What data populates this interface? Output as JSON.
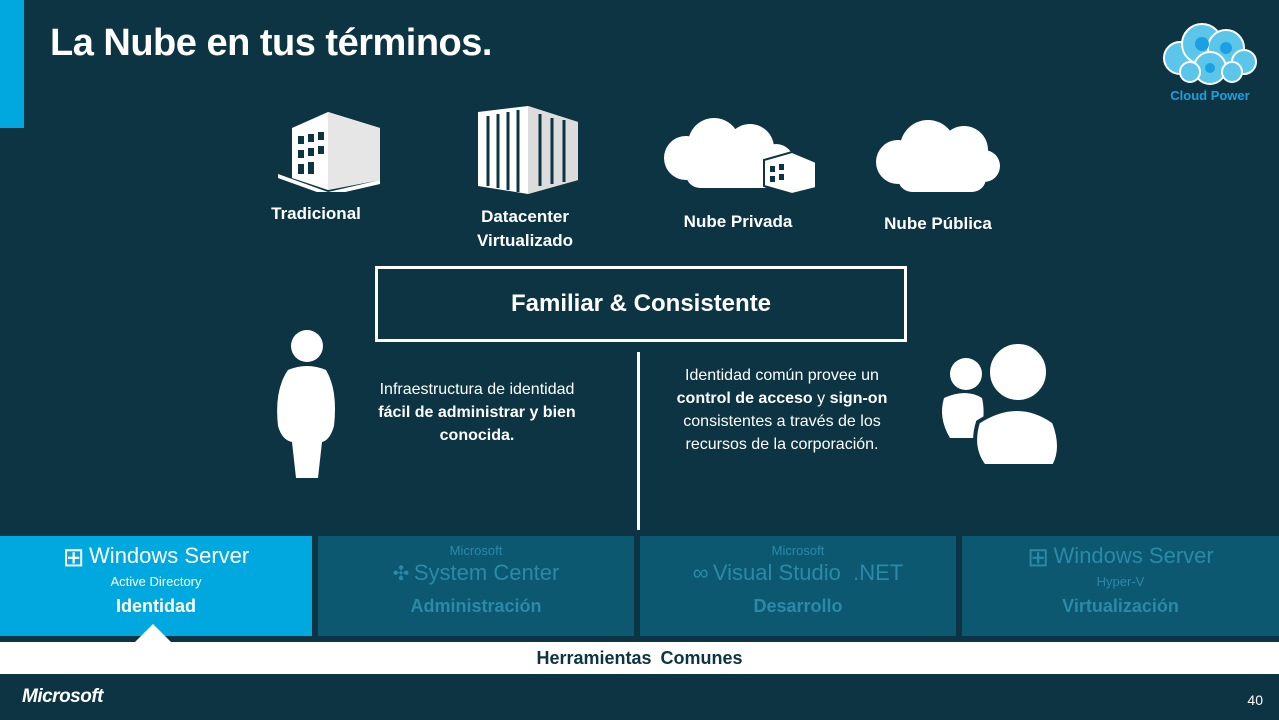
{
  "slide": {
    "title": "La Nube en tus términos.",
    "page_number": "40"
  },
  "branding": {
    "cloud_power": "Cloud Power",
    "microsoft": "Microsoft"
  },
  "models": [
    {
      "icon": "building-icon",
      "label": "Tradicional"
    },
    {
      "icon": "server-rack-icon",
      "label": "Datacenter\nVirtualizado"
    },
    {
      "icon": "private-cloud-icon",
      "label": "Nube Privada"
    },
    {
      "icon": "public-cloud-icon",
      "label": "Nube Pública"
    }
  ],
  "center_box": "Familiar & Consistente",
  "left_desc": {
    "line1": "Infraestructura de identidad",
    "bold": "fácil de administrar y bien conocida."
  },
  "right_desc": {
    "pre": "Identidad común provee un ",
    "bold1": "control de acceso",
    "mid1": " y ",
    "bold2": "sign-on",
    "post": " consistentes a través de los recursos de la corporación."
  },
  "tiles": [
    {
      "product": "Windows Server",
      "sub": "Active Directory",
      "name": "Identidad",
      "active": true
    },
    {
      "product": "System Center",
      "sub": "Microsoft",
      "name": "Administración",
      "active": false
    },
    {
      "product": "Visual Studio  .NET",
      "sub": "Microsoft",
      "name": "Desarrollo",
      "active": false
    },
    {
      "product": "Windows Server",
      "sub": "Hyper-V",
      "name": "Virtualización",
      "active": false
    }
  ],
  "footer": "Herramientas Comunes",
  "colors": {
    "background": "#0c3443",
    "accent": "#00a8e0",
    "tile_inactive": "#0b5870"
  }
}
